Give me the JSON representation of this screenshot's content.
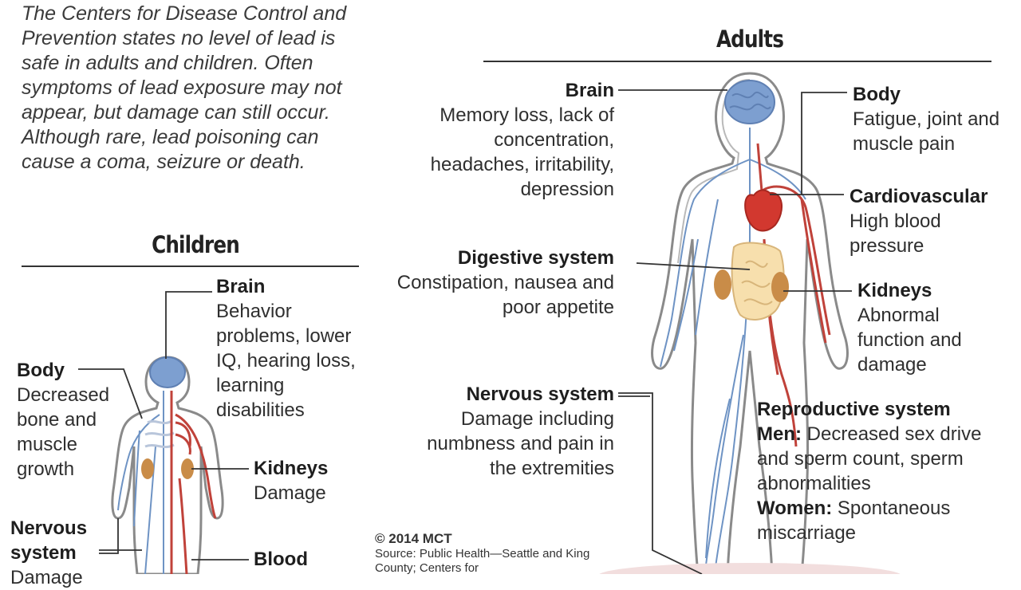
{
  "intro": "The Centers for Disease Control and Prevention states no level of lead is safe in adults and children. Often symptoms of lead exposure may not appear, but damage can still occur. Although rare, lead poisoning can cause a coma, seizure or death.",
  "children": {
    "title": "Children",
    "labels": {
      "brain": {
        "heading": "Brain",
        "desc": "Behavior problems, lower IQ, hearing loss, learning disabilities"
      },
      "body": {
        "heading": "Body",
        "desc": "Decreased bone and muscle growth"
      },
      "kidneys": {
        "heading": "Kidneys",
        "desc": "Damage"
      },
      "nervous": {
        "heading": "Nervous system",
        "desc": "Damage"
      },
      "blood": {
        "heading": "Blood",
        "desc": ""
      }
    }
  },
  "adults": {
    "title": "Adults",
    "labels": {
      "brain": {
        "heading": "Brain",
        "desc": "Memory loss, lack of concentration, headaches, irritability, depression"
      },
      "body": {
        "heading": "Body",
        "desc": "Fatigue, joint and muscle pain"
      },
      "cardio": {
        "heading": "Cardiovascular",
        "desc": "High blood pressure"
      },
      "digestive": {
        "heading": "Digestive system",
        "desc": "Constipation, nausea and poor appetite"
      },
      "kidneys": {
        "heading": "Kidneys",
        "desc": "Abnormal function and damage"
      },
      "nervous": {
        "heading": "Nervous system",
        "desc": "Damage including numbness and pain in the extremities"
      },
      "reproductive": {
        "heading": "Reproductive system",
        "men_label": "Men:",
        "men_desc": "Decreased sex drive and sperm count, sperm abnormalities",
        "women_label": "Women:",
        "women_desc": "Spontaneous miscarriage"
      }
    }
  },
  "credit": {
    "copyright": "© 2014 MCT",
    "source": "Source: Public Health—Seattle and King County; Centers for"
  },
  "colors": {
    "nerve": "#6e93c4",
    "artery": "#c0423a",
    "brain": "#7d9fd0",
    "heart": "#d2382f",
    "kidney": "#c98c48",
    "organ": "#f7dfad",
    "outline": "#8a8a8a"
  }
}
